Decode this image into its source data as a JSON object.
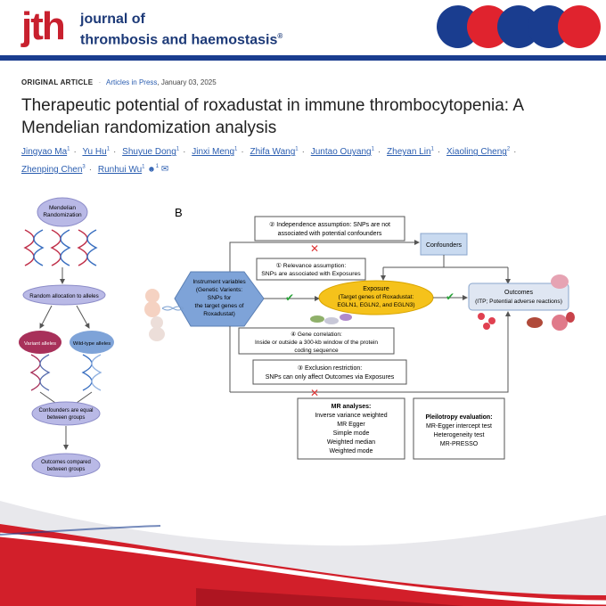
{
  "journal": {
    "logo": "jth",
    "name_line1": "journal of",
    "name_line2": "thrombosis and haemostasis",
    "registered": "®"
  },
  "article": {
    "type": "ORIGINAL ARTICLE",
    "status": "Articles in Press",
    "date": ", January 03, 2025",
    "title": "Therapeutic potential of roxadustat in immune thrombocytopenia: A Mendelian randomization analysis"
  },
  "authors": [
    {
      "name": "Jingyao Ma",
      "aff": "1"
    },
    {
      "name": "Yu Hu",
      "aff": "1"
    },
    {
      "name": "Shuyue Dong",
      "aff": "1"
    },
    {
      "name": "Jinxi Meng",
      "aff": "1"
    },
    {
      "name": "Zhifa Wang",
      "aff": "1"
    },
    {
      "name": "Juntao Ouyang",
      "aff": "1"
    },
    {
      "name": "Zheyan Lin",
      "aff": "1"
    },
    {
      "name": "Xiaoling Cheng",
      "aff": "2"
    },
    {
      "name": "Zhenping Chen",
      "aff": "3"
    },
    {
      "name": "Runhui Wu",
      "aff": "1"
    }
  ],
  "figure": {
    "panel_b": "B",
    "left": {
      "top": [
        "Mendelian",
        "Randomization"
      ],
      "random": "Random allocation to alleles",
      "variant": "Variant alleles",
      "wild": "Wild-type alleles",
      "confounders": [
        "Confounders are equal",
        "between groups"
      ],
      "outcomes": [
        "Outcomes compared",
        "between groups"
      ]
    },
    "assumption2": [
      "② Independence assumption: SNPs are not",
      "associated with potential confounders"
    ],
    "confounders": "Confounders",
    "assumption1": [
      "① Relevance assumption:",
      "SNPs are associated with Exposures"
    ],
    "instrument": [
      "Instrument variables",
      "(Genetic Varients:",
      "SNPs for",
      "the target genes of",
      "Roxadustat)"
    ],
    "exposure": [
      "Exposure",
      "(Target genes of Roxadustat:",
      "EGLN1, EGLN2, and EGLN3)"
    ],
    "outcomes": [
      "Outcomes",
      "(ITP; Potential adverse reactions)"
    ],
    "assumption4": [
      "④ Gene correlation:",
      "Inside or outside a 300-kb window of the protein",
      "coding sequence"
    ],
    "assumption3": [
      "③ Exclusion restriction:",
      "SNPs can only affect Outcomes via Exposures"
    ],
    "mr_analyses": [
      "MR analyses:",
      "Inverse variance weighted",
      "MR Egger",
      "Simple mode",
      "Weighted median",
      "Weighted mode"
    ],
    "pleiotropy": [
      "Pleilotropy evaluation:",
      "MR-Egger intercept test",
      "Heterogeneity test",
      "MR-PRESSO"
    ]
  },
  "colors": {
    "brand_red": "#c8202e",
    "brand_blue": "#1a3d8f",
    "link_blue": "#2a5db0"
  }
}
